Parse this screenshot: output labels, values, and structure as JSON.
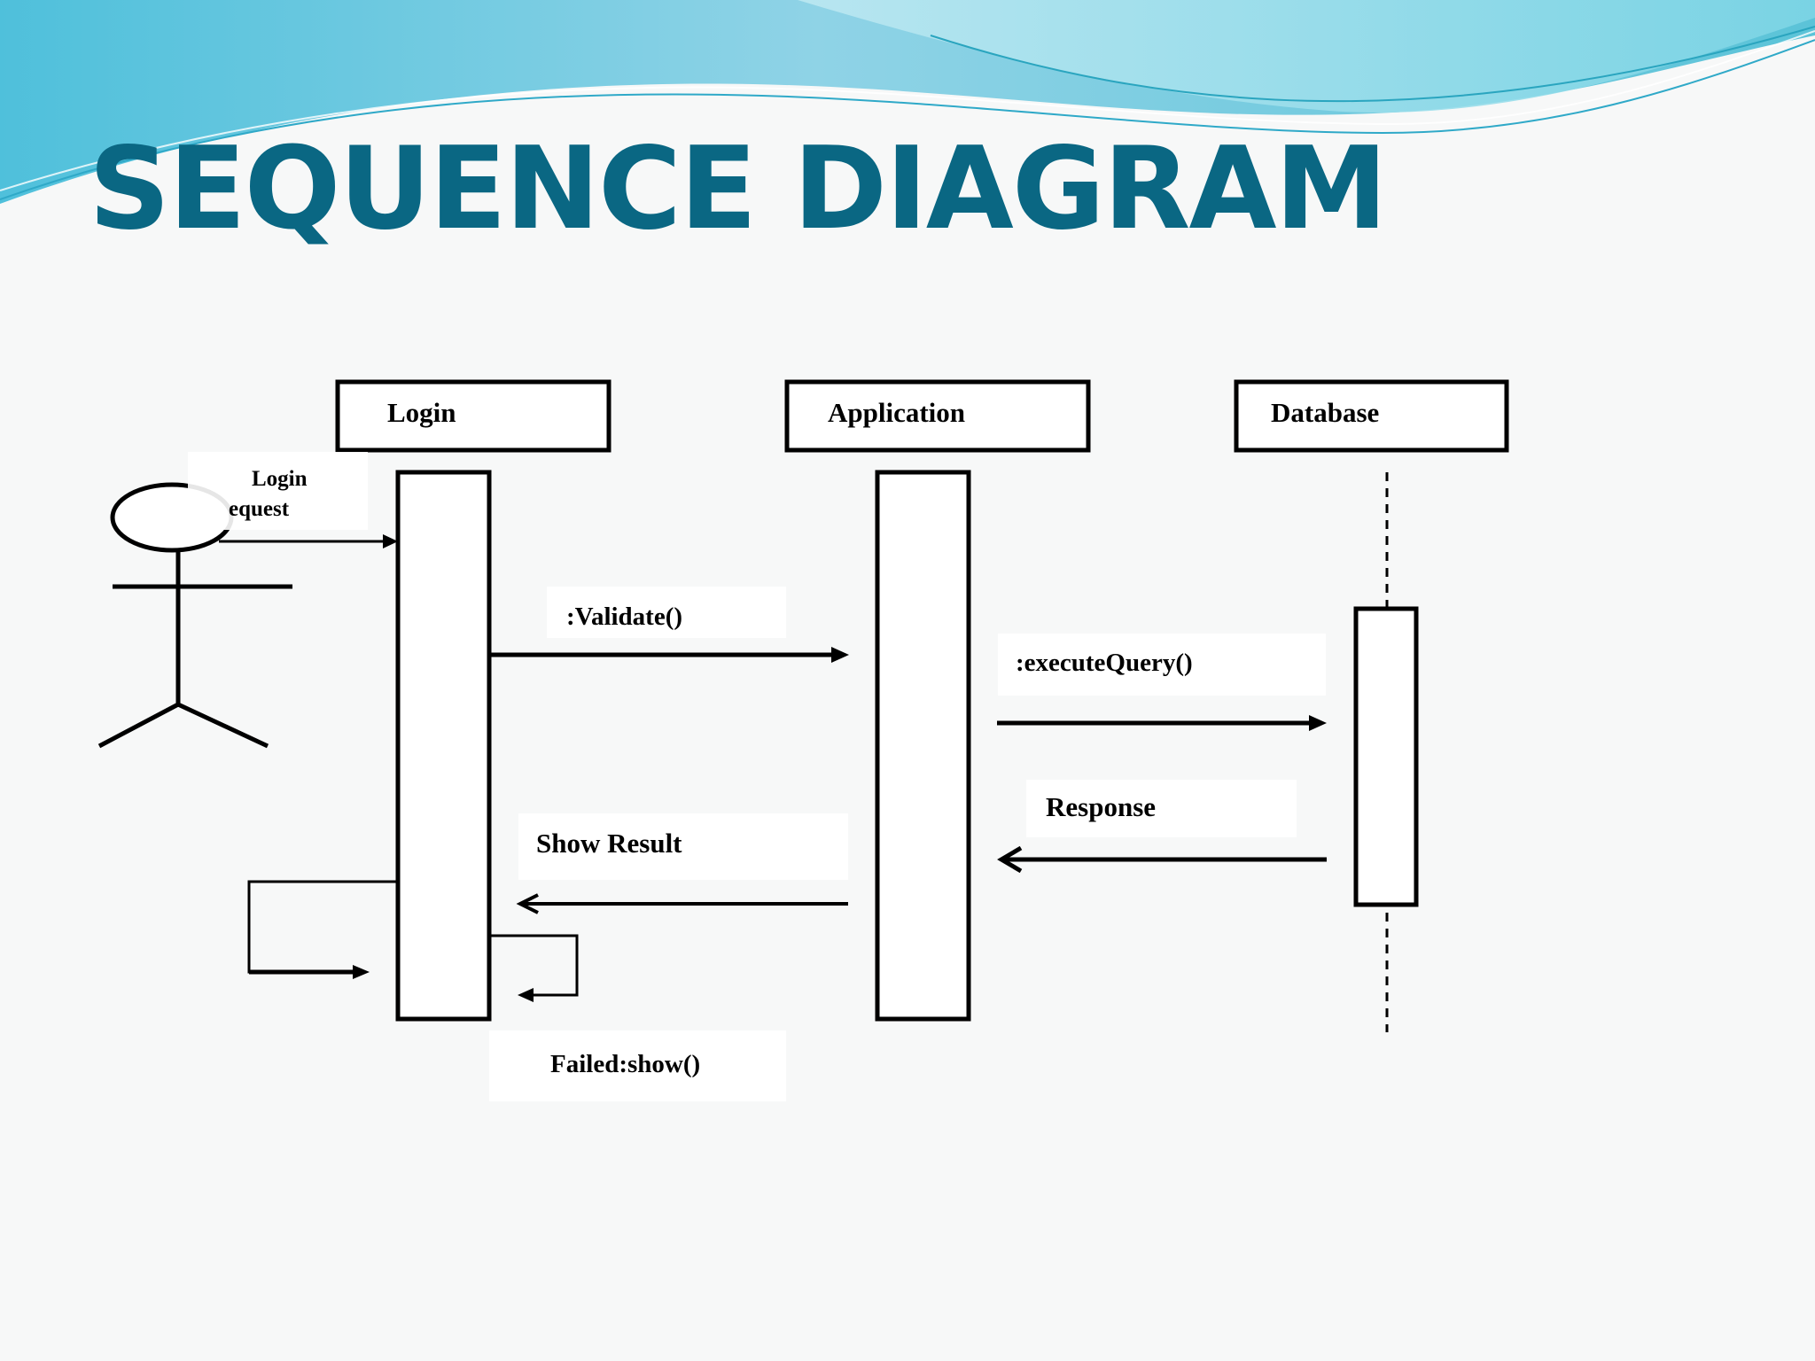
{
  "slide": {
    "title": "SEQUENCE DIAGRAM"
  },
  "diagram": {
    "lifelines": {
      "login": "Login",
      "application": "Application",
      "database": "Database"
    },
    "messages": {
      "login_request_line1": "Login",
      "login_request_line2": "equest",
      "validate": ":Validate()",
      "execute_query": ":executeQuery()",
      "response": "Response",
      "show_result": "Show Result",
      "failed_show": "Failed:show()"
    }
  },
  "colors": {
    "title": "#0a6783",
    "background": "#f7f8f8",
    "wave_primary": "#5fc4dd",
    "wave_light": "#a6e2ee"
  }
}
